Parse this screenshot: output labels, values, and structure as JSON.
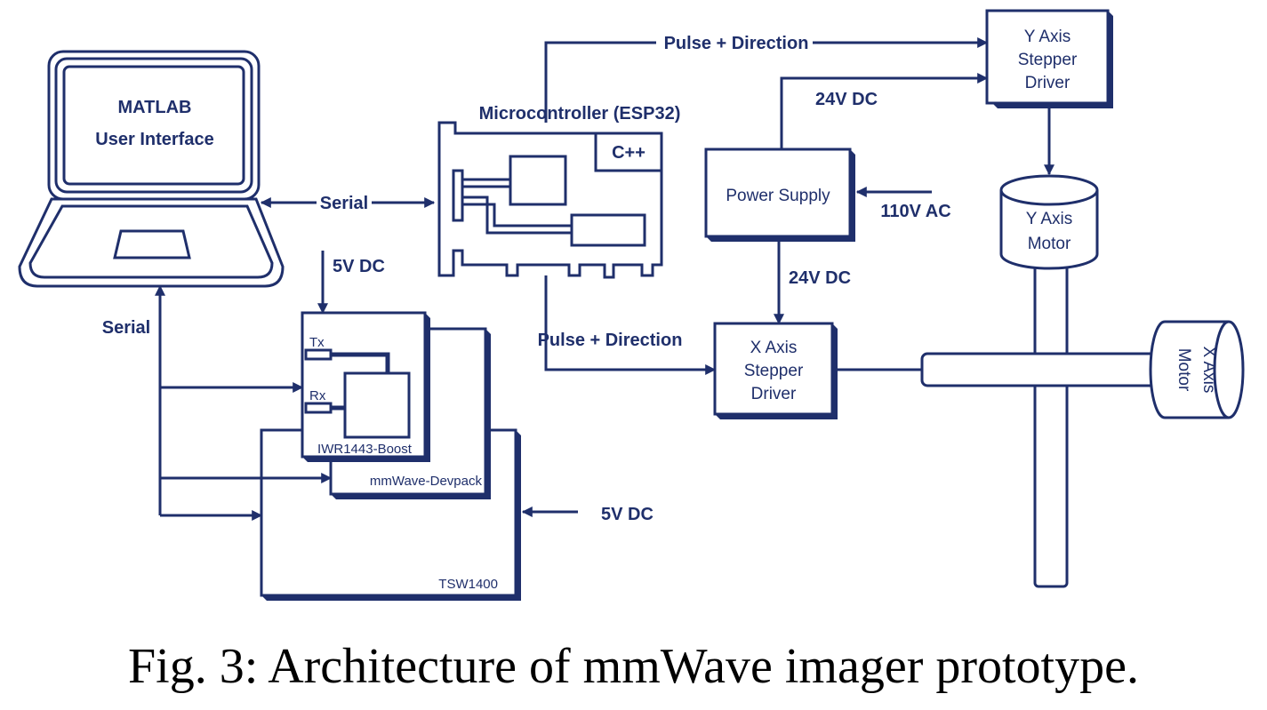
{
  "diagram": {
    "laptop": {
      "line1": "MATLAB",
      "line2": "User Interface"
    },
    "microcontroller": {
      "title": "Microcontroller (ESP32)",
      "code_badge": "C++"
    },
    "power_supply": {
      "label": "Power Supply"
    },
    "y_driver": {
      "line1": "Y Axis",
      "line2": "Stepper",
      "line3": "Driver"
    },
    "x_driver": {
      "line1": "X Axis",
      "line2": "Stepper",
      "line3": "Driver"
    },
    "y_motor": {
      "line1": "Y Axis",
      "line2": "Motor"
    },
    "x_motor": {
      "line1": "X Axis",
      "line2": "Motor"
    },
    "iwr_board": {
      "label": "IWR1443-Boost",
      "tx": "Tx",
      "rx": "Rx"
    },
    "devpack_board": {
      "label": "mmWave-Devpack"
    },
    "tsw_board": {
      "label": "TSW1400"
    },
    "connections": {
      "serial_laptop_mcu": "Serial",
      "serial_laptop_boards": "Serial",
      "pulse_direction_top": "Pulse + Direction",
      "pulse_direction_bottom": "Pulse + Direction",
      "dc_24v_top": "24V DC",
      "dc_24v_bottom": "24V DC",
      "ac_110v": "110V AC",
      "dc_5v_iwr": "5V DC",
      "dc_5v_tsw": "5V DC"
    }
  },
  "caption": "Fig. 3: Architecture of mmWave imager prototype."
}
